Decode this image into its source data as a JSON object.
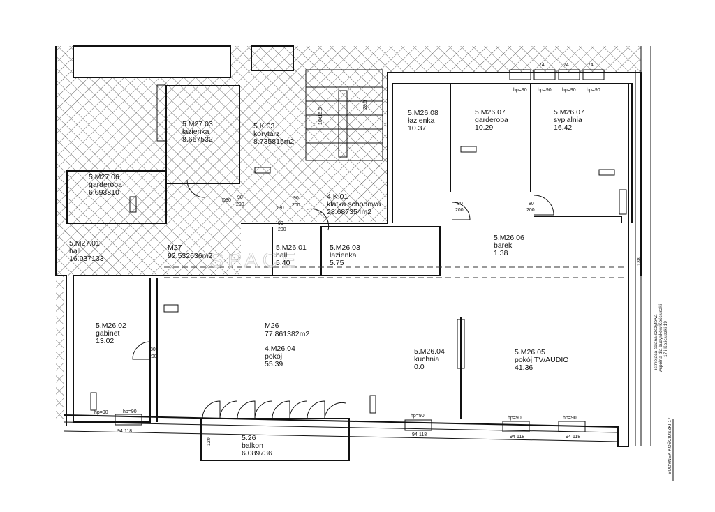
{
  "rooms": {
    "m27_03": {
      "id": "5.M27.03",
      "name": "łazienka",
      "area": "8.667532"
    },
    "k_03": {
      "id": "5.K.03",
      "name": "korytarz",
      "area": "8.735815m2"
    },
    "m27_06": {
      "id": "5.M27.06",
      "name": "garderoba",
      "area": "6.093810"
    },
    "k_01": {
      "id": "4.K.01",
      "name": "klatka schodowa",
      "area": "28.687354m2"
    },
    "m27_01": {
      "id": "5.M27.01",
      "name": "hall",
      "area": "16.037133"
    },
    "m27": {
      "id": "M27",
      "area": "92.532636m2"
    },
    "m26_01": {
      "id": "5.M26.01",
      "name": "hall",
      "area": "5.40"
    },
    "m26_03": {
      "id": "5.M26.03",
      "name": "łazienka",
      "area": "5.75"
    },
    "m26_08": {
      "id": "5.M26.08",
      "name": "łazienka",
      "area": "10.37"
    },
    "m26_07a": {
      "id": "5.M26.07",
      "name": "garderoba",
      "area": "10.29"
    },
    "m26_07b": {
      "id": "5.M26.07",
      "name": "sypialnia",
      "area": "16.42"
    },
    "m26_06": {
      "id": "5.M26.06",
      "name": "barek",
      "area": "1.38"
    },
    "m26_02": {
      "id": "5.M26.02",
      "name": "gabinet",
      "area": "13.02"
    },
    "m26": {
      "id": "M26",
      "area": "77.861382m2"
    },
    "m26_04a": {
      "id": "4.M26.04",
      "name": "pokój",
      "area": "55.39"
    },
    "m26_04b": {
      "id": "5.M26.04",
      "name": "kuchnia",
      "area": "0.0"
    },
    "m26_05": {
      "id": "5.M26.05",
      "name": "pokój TV/AUDIO",
      "area": "41.36"
    },
    "balkon": {
      "id": "5.26",
      "name": "balkon",
      "area": "6.089736"
    }
  },
  "dims": {
    "door_w": "80",
    "door_w90": "90",
    "door_h": "200",
    "d30": "D30",
    "d130": "130",
    "hp": "hp=90",
    "sill_a": "94",
    "sill_b": "118",
    "sill_c": "74",
    "side": "138",
    "balcony_depth": "120",
    "stairs_a": "10x16.8",
    "stairs_b": "28.5"
  },
  "notes": {
    "party_wall_1": "istniejąca ściana szczytowa",
    "party_wall_2": "wspólna dla budynków Kościuszki",
    "party_wall_3": "17 i Kościuszki 19",
    "building": "BUDYNEK KOŚCIUSZKI 17"
  },
  "watermark": "SPACE"
}
